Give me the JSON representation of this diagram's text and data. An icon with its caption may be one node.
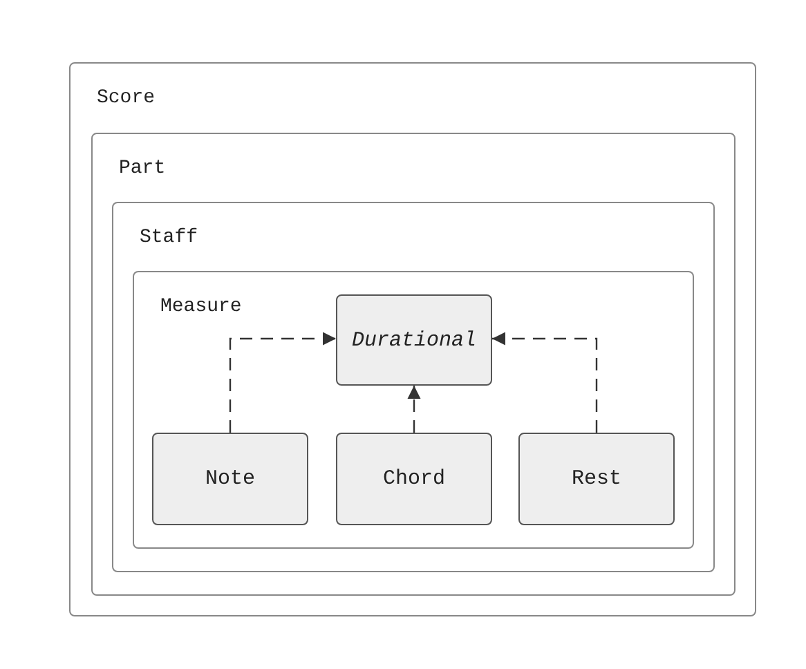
{
  "diagram": {
    "nodes": [
      {
        "text": [
          "Score"
        ]
      },
      {
        "text": [
          "Part"
        ],
        "in": 0
      },
      {
        "text": [
          "Staff"
        ],
        "in": 1
      },
      {
        "text": [
          "Measure"
        ],
        "in": 2
      },
      {
        "text": [
          "Durational"
        ],
        "in": 3
      },
      {
        "text": [
          "Note"
        ],
        "in": 3
      },
      {
        "text": [
          "Chord"
        ],
        "in": 3
      },
      {
        "text": [
          "Rest"
        ],
        "in": 3
      }
    ],
    "edges": [
      {
        "from": 5,
        "to": 4,
        "arrow": "to",
        "style": "dashed"
      },
      {
        "from": 6,
        "to": 4,
        "arrow": "to",
        "style": "dashed"
      },
      {
        "from": 7,
        "to": 4,
        "arrow": "to",
        "style": "dashed"
      }
    ]
  }
}
